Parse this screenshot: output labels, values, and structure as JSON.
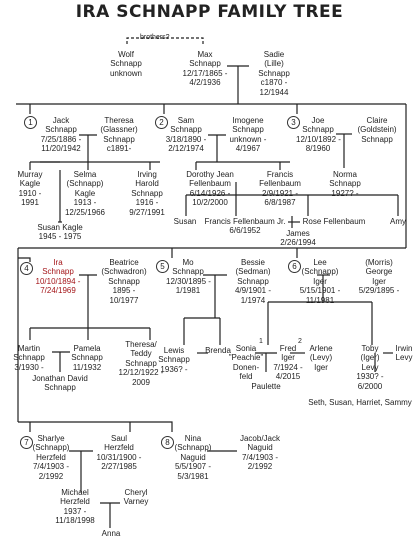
{
  "title": "IRA SCHNAPP FAMILY TREE",
  "brothers_label": "brothers?",
  "people": {
    "wolf": {
      "name": [
        "Wolf",
        "Schnapp"
      ],
      "dates": [
        "unknown"
      ]
    },
    "max": {
      "name": [
        "Max",
        "Schnapp"
      ],
      "dates": [
        "12/17/1865 -",
        "4/2/1936"
      ]
    },
    "sadie": {
      "name": [
        "Sadie",
        "(Lille)",
        "Schnapp"
      ],
      "dates": [
        "c1870 -",
        "12/1944"
      ]
    },
    "jack": {
      "name": [
        "Jack",
        "Schnapp"
      ],
      "dates": [
        "7/25/1886 -",
        "11/20/1942"
      ]
    },
    "theresa_g": {
      "name": [
        "Theresa",
        "(Glassner)",
        "Schnapp"
      ],
      "dates": [
        "c1891-"
      ]
    },
    "sam": {
      "name": [
        "Sam",
        "Schnapp"
      ],
      "dates": [
        "3/18/1890 -",
        "2/12/1974"
      ]
    },
    "imogene": {
      "name": [
        "Imogene",
        "Schnapp"
      ],
      "dates": [
        "unknown -",
        "4/1967"
      ]
    },
    "joe": {
      "name": [
        "Joe",
        "Schnapp"
      ],
      "dates": [
        "12/10/1892 -",
        "8/1960"
      ]
    },
    "claire": {
      "name": [
        "Claire",
        "(Goldstein)",
        "Schnapp"
      ],
      "dates": []
    },
    "murray": {
      "name": [
        "Murray",
        "Kagle"
      ],
      "dates": [
        "1910 -",
        "1991"
      ]
    },
    "selma": {
      "name": [
        "Selma",
        "(Schnapp)",
        "Kagle"
      ],
      "dates": [
        "1913 -",
        "12/25/1966"
      ]
    },
    "irving": {
      "name": [
        "Irving",
        "Harold",
        "Schnapp"
      ],
      "dates": [
        "1916 -",
        "9/27/1991"
      ]
    },
    "dorothy": {
      "name": [
        "Dorothy Jean",
        "Fellenbaum"
      ],
      "dates": [
        "6/14/1926 -",
        "10/2/2000"
      ]
    },
    "francis": {
      "name": [
        "Francis",
        "Fellenbaum"
      ],
      "dates": [
        "2/9/1921 -",
        "6/8/1987"
      ]
    },
    "norma": {
      "name": [
        "Norma",
        "Schnapp"
      ],
      "dates": [
        "1927? -"
      ]
    },
    "susan_k": {
      "name": [
        "Susan Kagle"
      ],
      "dates": [
        "1945 - 1975"
      ]
    },
    "susan_f": {
      "name": [
        "Susan"
      ],
      "dates": []
    },
    "francis_jr": {
      "name": [
        "Francis Fellenbaum Jr."
      ],
      "dates": [
        "6/6/1952"
      ]
    },
    "james": {
      "name": [
        "James"
      ],
      "dates": [
        "2/26/1994"
      ]
    },
    "rose": {
      "name": [
        "Rose Fellenbaum"
      ],
      "dates": []
    },
    "amy": {
      "name": [
        "Amy"
      ],
      "dates": []
    },
    "ira": {
      "name": [
        "Ira",
        "Schnapp"
      ],
      "dates": [
        "10/10/1894 -",
        "7/24/1969"
      ]
    },
    "beatrice": {
      "name": [
        "Beatrice",
        "(Schwadron)",
        "Schnapp"
      ],
      "dates": [
        "1895 -",
        "10/1977"
      ]
    },
    "mo": {
      "name": [
        "Mo",
        "Schnapp"
      ],
      "dates": [
        "12/30/1895 -",
        "1/1981"
      ]
    },
    "bessie": {
      "name": [
        "Bessie",
        "(Sedman)",
        "Schnapp"
      ],
      "dates": [
        "4/9/1901 -",
        "1/1974"
      ]
    },
    "lee": {
      "name": [
        "Lee",
        "(Schnapp)",
        "Iger"
      ],
      "dates": [
        "5/15/1901 -",
        "11/1981"
      ]
    },
    "george": {
      "name": [
        "(Morris)",
        "George",
        "Iger"
      ],
      "dates": [
        "5/29/1895 -"
      ]
    },
    "martin": {
      "name": [
        "Martin",
        "Schnapp"
      ],
      "dates": [
        "3/1930 -"
      ]
    },
    "pamela": {
      "name": [
        "Pamela",
        "Schnapp"
      ],
      "dates": [
        "11/1932"
      ]
    },
    "theresa_t": {
      "name": [
        "Theresa/",
        "Teddy",
        "Schnapp"
      ],
      "dates": [
        "12/12/1922 -",
        "2009"
      ]
    },
    "jonathan": {
      "name": [
        "Jonathan David",
        "Schnapp"
      ],
      "dates": []
    },
    "lewis": {
      "name": [
        "Lewis",
        "Schnapp"
      ],
      "dates": [
        "1936? -"
      ]
    },
    "brenda": {
      "name": [
        "Brenda"
      ],
      "dates": []
    },
    "sonia": {
      "name": [
        "Sonia",
        "\"Peachie\"",
        "Donen-",
        "feld"
      ],
      "dates": []
    },
    "fred": {
      "name": [
        "Fred",
        "Iger"
      ],
      "dates": [
        "7/1924 -",
        "4/2015"
      ]
    },
    "arlene": {
      "name": [
        "Arlene",
        "(Levy)",
        "Iger"
      ],
      "dates": []
    },
    "toby": {
      "name": [
        "Toby",
        "(Iger)",
        "Levy"
      ],
      "dates": [
        "1930? -",
        "6/2000"
      ]
    },
    "irwin": {
      "name": [
        "Irwin",
        "Levy"
      ],
      "dates": []
    },
    "paulette": {
      "name": [
        "Paulette"
      ],
      "dates": []
    },
    "levy_kids": {
      "name": [
        "Seth, Susan, Harriet, Sammy"
      ],
      "dates": []
    },
    "sharlye": {
      "name": [
        "Sharlye",
        "(Schnapp)",
        "Herzfeld"
      ],
      "dates": [
        "7/4/1903 -",
        "2/1992"
      ]
    },
    "saul": {
      "name": [
        "Saul",
        "Herzfeld"
      ],
      "dates": [
        "10/31/1900 -",
        "2/27/1985"
      ]
    },
    "nina": {
      "name": [
        "Nina",
        "(Schnapp)",
        "Naguid"
      ],
      "dates": [
        "5/5/1907 -",
        "5/3/1981"
      ]
    },
    "jacob": {
      "name": [
        "Jacob/Jack",
        "Naguid"
      ],
      "dates": [
        "7/4/1903 -",
        "2/1992"
      ]
    },
    "michael": {
      "name": [
        "Michael",
        "Herzfeld"
      ],
      "dates": [
        "1937 -",
        "11/18/1998"
      ]
    },
    "cheryl": {
      "name": [
        "Cheryl",
        "Varney"
      ],
      "dates": []
    },
    "anna": {
      "name": [
        "Anna"
      ],
      "dates": []
    }
  },
  "branch_numbers": [
    "1",
    "2",
    "3",
    "4",
    "5",
    "6",
    "7",
    "8"
  ],
  "marriage_numbers": [
    "1",
    "2"
  ]
}
